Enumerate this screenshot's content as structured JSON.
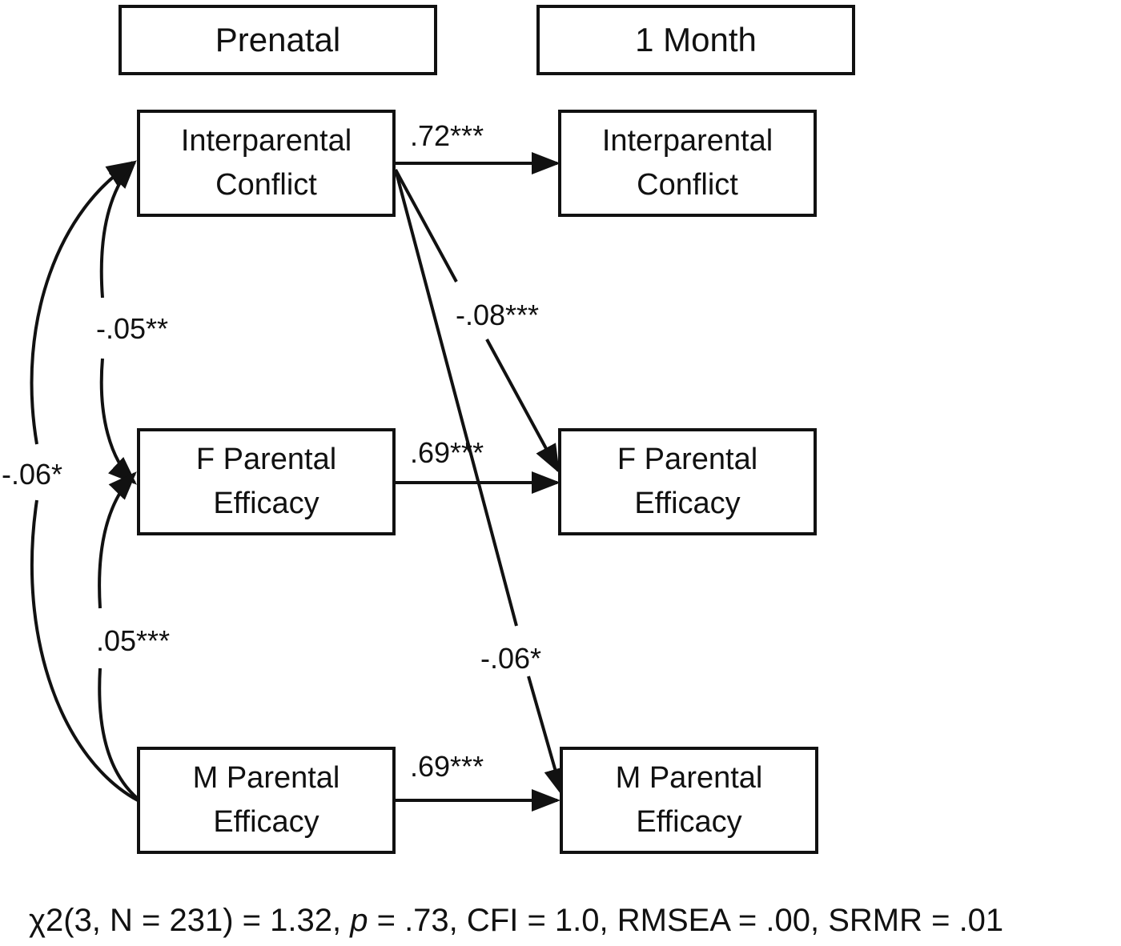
{
  "headers": {
    "left": "Prenatal",
    "right": "1 Month"
  },
  "nodes": {
    "pre_conflict": [
      "Interparental",
      "Conflict"
    ],
    "pre_f_efficacy": [
      "F Parental",
      "Efficacy"
    ],
    "pre_m_efficacy": [
      "M Parental",
      "Efficacy"
    ],
    "post_conflict": [
      "Interparental",
      "Conflict"
    ],
    "post_f_efficacy": [
      "F Parental",
      "Efficacy"
    ],
    "post_m_efficacy": [
      "M Parental",
      "Efficacy"
    ]
  },
  "coefficients": {
    "conflict_stability": ".72***",
    "f_stability": ".69***",
    "m_stability": ".69***",
    "conflict_to_f": "-.08***",
    "conflict_to_m": "-.06*",
    "cov_conflict_f": "-.05**",
    "cov_f_m": ".05***",
    "cov_conflict_m": "-.06*"
  },
  "fit": {
    "prefix": "χ2(3, N = 231) = 1.32, ",
    "p_symbol": "p",
    "suffix": " = .73, CFI = 1.0, RMSEA = .00, SRMR = .01"
  },
  "colors": {
    "stroke": "#111111",
    "background": "#ffffff"
  }
}
